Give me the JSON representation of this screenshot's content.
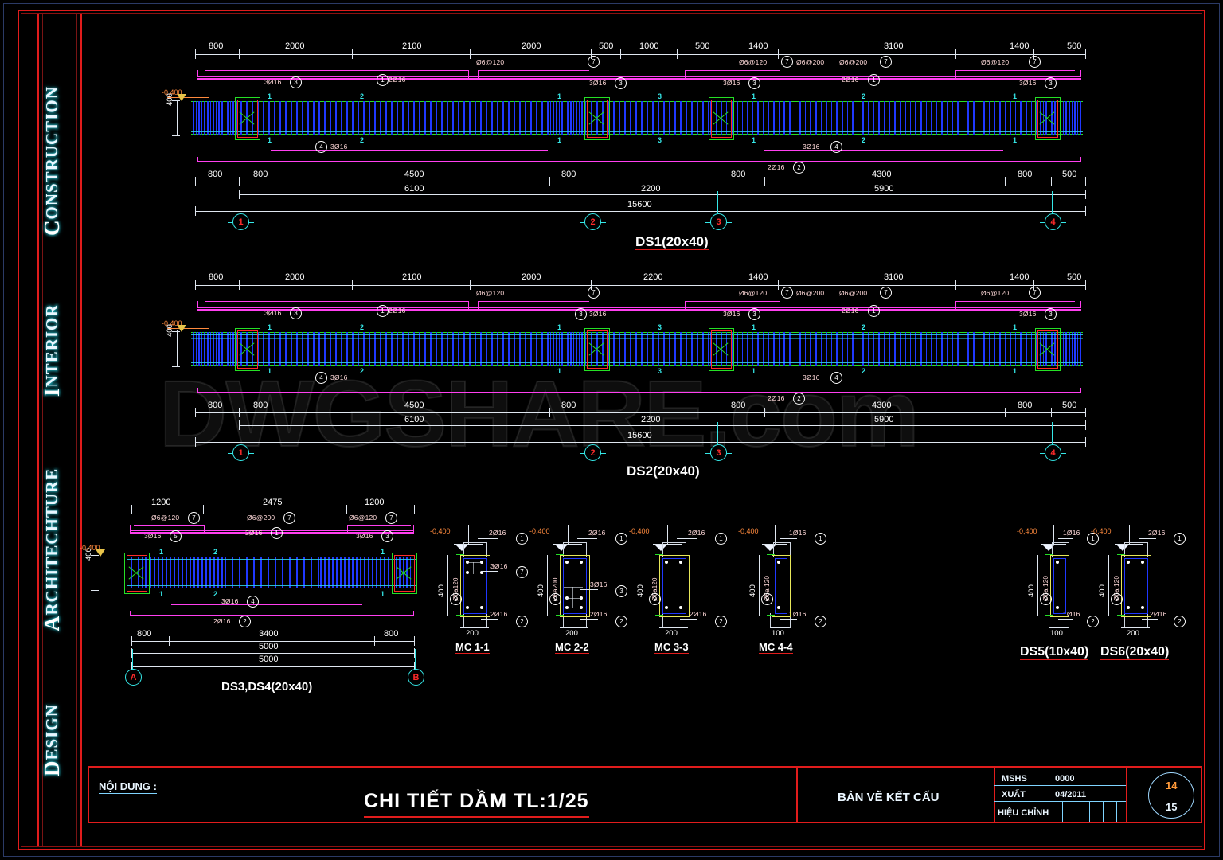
{
  "sidebar": {
    "words": [
      {
        "drop": "C",
        "rest": "ONSTRUCTION"
      },
      {
        "drop": "I",
        "rest": "NTERIOR"
      },
      {
        "drop": "A",
        "rest": "RCHITECHTURE"
      },
      {
        "drop": "D",
        "rest": "ESIGN"
      }
    ]
  },
  "watermark": {
    "text": "DWGSHARE.com"
  },
  "title_block": {
    "content_label": "NỘI DUNG :",
    "main_title": "CHI TIẾT DẦM   TL:1/25",
    "sheet_type": "BẢN VẼ KẾT CẤU",
    "rows": [
      {
        "label": "MSHS",
        "value": "0000"
      },
      {
        "label": "XUẤT",
        "value": "04/2011"
      },
      {
        "label": "HIỆU CHỈNH",
        "value": ""
      }
    ],
    "sheet_number": "14",
    "sheet_total": "15"
  },
  "beams": [
    {
      "id": "DS1",
      "title": "DS1(20x40)",
      "level": "-0,400",
      "depth": "400",
      "top_dims": [
        "800",
        "2000",
        "2100",
        "2000",
        "500",
        "1000",
        "500",
        "1400",
        "3100",
        "1400",
        "500"
      ],
      "stirrup_notes": [
        {
          "text": "Ø6@120",
          "mark": ""
        },
        {
          "text": "Ø6@120",
          "mark": "7"
        },
        {
          "text": "Ø6@200",
          "mark": ""
        },
        {
          "text": "Ø6@200",
          "mark": "7"
        },
        {
          "text": "Ø6@120",
          "mark": "7"
        }
      ],
      "top_rebar": [
        {
          "text": "3Ø16",
          "mark": "3"
        },
        {
          "text": "2Ø16",
          "mark": "1",
          "mark_first": true
        },
        {
          "text": "3Ø16",
          "mark": "3"
        },
        {
          "text": "3Ø16",
          "mark": "3"
        },
        {
          "text": "2Ø16",
          "mark": "1"
        },
        {
          "text": "3Ø16",
          "mark": "3"
        }
      ],
      "bot_rebar": [
        {
          "text": "3Ø16",
          "mark": "4",
          "mark_first": true
        },
        {
          "text": "3Ø16",
          "mark": "4"
        },
        {
          "text": "2Ø16",
          "mark": "2"
        }
      ],
      "bot_dims_row1": [
        "800",
        "800",
        "4500",
        "800",
        "800",
        "4300",
        "800",
        "500"
      ],
      "bot_dims_row2": [
        "6100",
        "2200",
        "5900"
      ],
      "bot_dims_row3": [
        "15600"
      ],
      "grid_bubbles": [
        "1",
        "2",
        "3",
        "4"
      ],
      "section_marks": [
        "1",
        "2",
        "1",
        "3",
        "1",
        "2",
        "1"
      ]
    },
    {
      "id": "DS2",
      "title": "DS2(20x40)",
      "level": "-0,400",
      "depth": "400",
      "top_dims": [
        "800",
        "2000",
        "2100",
        "2000",
        "2200",
        "1400",
        "3100",
        "1400",
        "500"
      ],
      "stirrup_notes": [
        {
          "text": "Ø6@120",
          "mark": ""
        },
        {
          "text": "Ø6@120",
          "mark": "7"
        },
        {
          "text": "Ø6@200",
          "mark": ""
        },
        {
          "text": "Ø6@200",
          "mark": "7"
        },
        {
          "text": "Ø6@120",
          "mark": "7"
        }
      ],
      "top_rebar": [
        {
          "text": "3Ø16",
          "mark": "3"
        },
        {
          "text": "2Ø16",
          "mark": "1",
          "mark_first": true
        },
        {
          "text": "3Ø16",
          "mark": "3"
        },
        {
          "text": "3Ø16",
          "mark": "3"
        },
        {
          "text": "2Ø16",
          "mark": "1"
        },
        {
          "text": "3Ø16",
          "mark": "3"
        }
      ],
      "bot_rebar": [
        {
          "text": "3Ø16",
          "mark": "4",
          "mark_first": true
        },
        {
          "text": "3Ø16",
          "mark": "4"
        },
        {
          "text": "2Ø16",
          "mark": "2"
        }
      ],
      "bot_dims_row1": [
        "800",
        "800",
        "4500",
        "800",
        "800",
        "4300",
        "800",
        "500"
      ],
      "bot_dims_row2": [
        "6100",
        "2200",
        "5900"
      ],
      "bot_dims_row3": [
        "15600"
      ],
      "grid_bubbles": [
        "1",
        "2",
        "3",
        "4"
      ],
      "section_marks": [
        "1",
        "2",
        "1",
        "3",
        "1",
        "2",
        "1"
      ]
    },
    {
      "id": "DS3DS4",
      "title": "DS3,DS4(20x40)",
      "level": "-0,400",
      "depth": "400",
      "top_dims": [
        "1200",
        "2475",
        "1200"
      ],
      "stirrup_notes": [
        {
          "text": "Ø6@120",
          "mark": "7"
        },
        {
          "text": "Ø6@200",
          "mark": "7"
        },
        {
          "text": "Ø6@120",
          "mark": "7"
        }
      ],
      "top_rebar": [
        {
          "text": "3Ø16",
          "mark": "5"
        },
        {
          "text": "2Ø16",
          "mark": "1"
        },
        {
          "text": "3Ø16",
          "mark": "3"
        }
      ],
      "bot_rebar": [
        {
          "text": "3Ø16",
          "mark": "4"
        },
        {
          "text": "2Ø16",
          "mark": "2"
        }
      ],
      "bot_dims_row1": [
        "800",
        "3400",
        "800"
      ],
      "bot_dims_row2": [
        "5000"
      ],
      "bot_dims_row3": [
        "5000"
      ],
      "grid_bubbles": [
        "A",
        "B"
      ],
      "section_marks": [
        "1",
        "2",
        "1"
      ]
    }
  ],
  "sections": [
    {
      "name": "MC 1-1",
      "level": "-0,400",
      "height": "400",
      "width": "200",
      "stirrup": "Ø6a120",
      "stirrup_mark": "9",
      "top_label": "2Ø16",
      "top_mark": "1",
      "mid_label": "3Ø16",
      "mid_mark": "7",
      "bot_label": "2Ø16",
      "bot_mark": "2",
      "layout": "top-split"
    },
    {
      "name": "MC 2-2",
      "level": "-0,400",
      "height": "400",
      "width": "200",
      "stirrup": "Ø6a200",
      "stirrup_mark": "9",
      "top_label": "2Ø16",
      "top_mark": "1",
      "mid_label": "3Ø16",
      "mid_mark": "3",
      "bot_label": "2Ø16",
      "bot_mark": "2",
      "layout": "bot-split"
    },
    {
      "name": "MC 3-3",
      "level": "-0,400",
      "height": "400",
      "width": "200",
      "stirrup": "Ø6a120",
      "stirrup_mark": "9",
      "top_label": "2Ø16",
      "top_mark": "1",
      "mid_label": "",
      "mid_mark": "",
      "bot_label": "2Ø16",
      "bot_mark": "2",
      "layout": "plain"
    },
    {
      "name": "MC 4-4",
      "level": "-0,400",
      "height": "400",
      "width": "100",
      "stirrup": "Ø6a 120",
      "stirrup_mark": "9",
      "top_label": "1Ø16",
      "top_mark": "1",
      "mid_label": "",
      "mid_mark": "",
      "bot_label": "1Ø16",
      "bot_mark": "2",
      "layout": "narrow"
    }
  ],
  "ds_sections": {
    "caption_left": "DS5(10x40)",
    "caption_right": "DS6(20x40)",
    "items": [
      {
        "name": "DS5(10x40)",
        "level": "-0,400",
        "height": "400",
        "width": "100",
        "stirrup": "Ø6a 120",
        "stirrup_mark": "9",
        "top_label": "1Ø16",
        "top_mark": "1",
        "bot_label": "1Ø16",
        "bot_mark": "2",
        "layout": "narrow"
      },
      {
        "name": "DS6(20x40)",
        "level": "-0,400",
        "height": "400",
        "width": "200",
        "stirrup": "Ø6a 120",
        "stirrup_mark": "9",
        "top_label": "2Ø16",
        "top_mark": "1",
        "bot_label": "2Ø16",
        "bot_mark": "2",
        "layout": "plain"
      }
    ]
  },
  "colors": {
    "frame_red": "#e11c1c",
    "dim_white": "#dfe6ef",
    "rebar_magenta": "#ff3ff0",
    "beam_green": "#25e025",
    "stirrup_blue": "#2038ff",
    "grid_cyan": "#35e8e8",
    "level_orange": "#ff8a3d",
    "section_yellow": "#e8e85a"
  }
}
